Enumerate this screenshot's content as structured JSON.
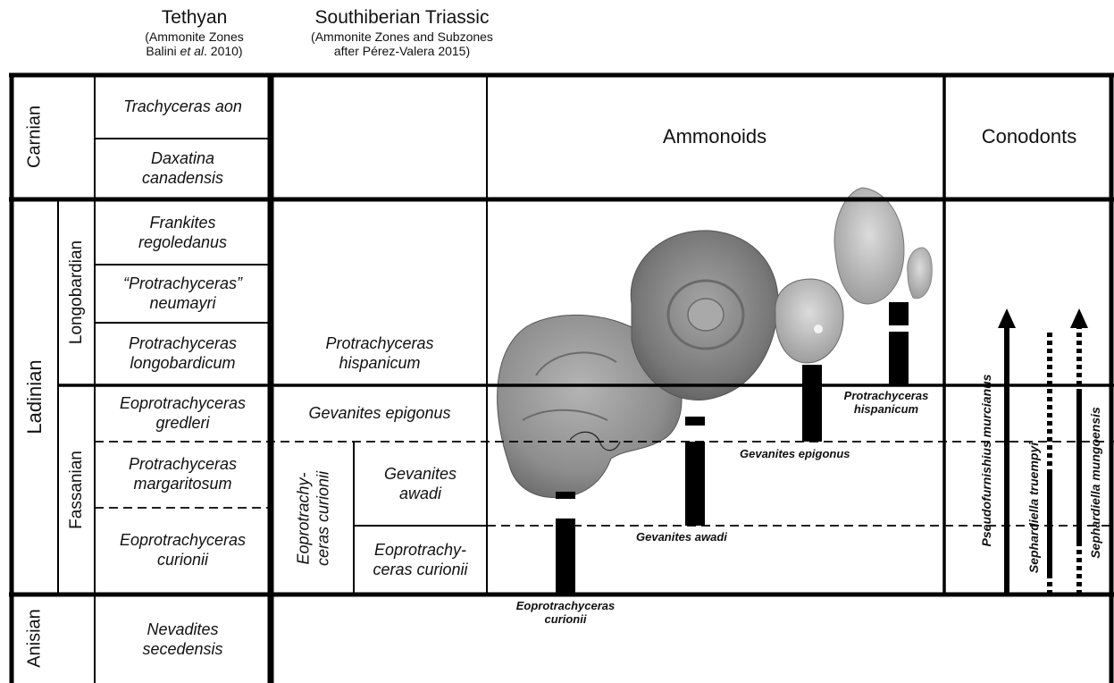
{
  "header": {
    "tethyan_title": "Tethyan",
    "tethyan_sub1": "(Ammonite Zones",
    "tethyan_sub2_a": "Balini ",
    "tethyan_sub2_b": "et al",
    "tethyan_sub2_c": ". 2010)",
    "south_title": "Southiberian Triassic",
    "south_sub1": "(Ammonite Zones and Subzones",
    "south_sub2": "after Pérez-Valera 2015)"
  },
  "stages": {
    "carnian": "Carnian",
    "ladinian": "Ladinian",
    "anisian": "Anisian",
    "longobardian": "Longobardian",
    "fassanian": "Fassanian"
  },
  "tethyan_zones": {
    "trachyceras_aon": "Trachyceras aon",
    "daxatina": "Daxatina canadensis",
    "frankites": "Frankites regoledanus",
    "neumayri": "“Protrachyceras” neumayri",
    "longobardicum": "Protrachyceras longobardicum",
    "gredleri": "Eoprotrachyceras gredleri",
    "margaritosum": "Protrachyceras margaritosum",
    "curionii": "Eoprotrachyceras curionii",
    "nevadites": "Nevadites secedensis"
  },
  "south_zones": {
    "hispanicum": "Protrachyceras hispanicum",
    "epigonus": "Gevanites epigonus",
    "curionii_zone_line1": "Eoprotrachy-",
    "curionii_zone_line2": "ceras curionii",
    "awadi": "Gevanites awadi",
    "curionii_subzone": "Eoprotrachy- ceras curionii"
  },
  "columns": {
    "ammonoids": "Ammonoids",
    "conodonts": "Conodonts"
  },
  "ammonoid_labels": {
    "hispanicum_line1": "Protrachyceras",
    "hispanicum_line2": "hispanicum",
    "epigonus": "Gevanites epigonus",
    "awadi": "Gevanites awadi",
    "curionii_line1": "Eoprotrachyceras",
    "curionii_line2": "curionii"
  },
  "conodont_labels": {
    "murcianus": "Pseudofurnishius murcianus",
    "truempyi": "Sephardiella truempyi",
    "mungoensis": "Sephardiella mungoensis"
  },
  "colors": {
    "ink": "#000000",
    "fossil_dark": "#7f7f7f",
    "fossil_light": "#bcbcbc"
  }
}
